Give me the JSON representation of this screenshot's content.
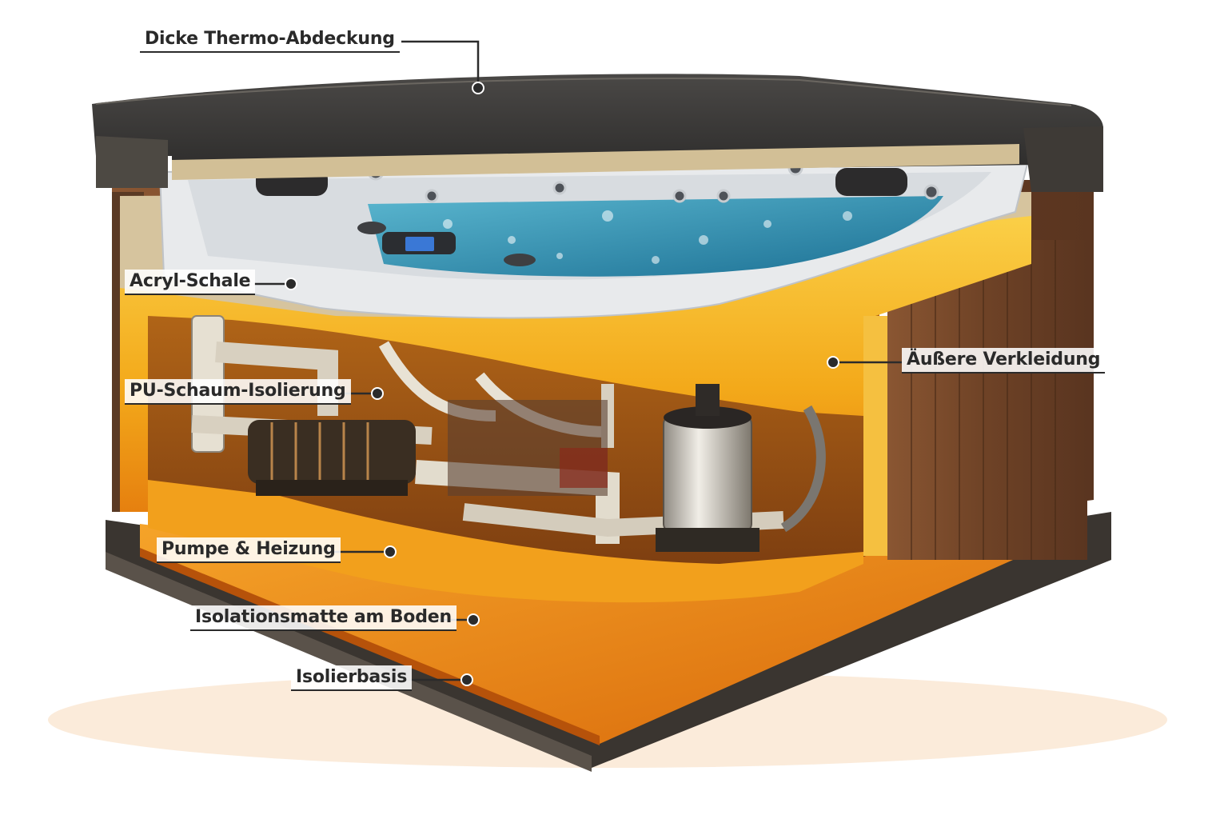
{
  "diagram": {
    "subject": "Whirlpool / Hot-Tub Querschnitt",
    "colors": {
      "cover": "#3a3838",
      "cover_edge": "#4e4a44",
      "foam_beige": "#d9c7a4",
      "acrylic_shell": "#e9ebee",
      "water": "#2a8fb0",
      "pu_foam": "#f5b61f",
      "pu_foam_dark": "#e98a10",
      "cladding_wood": "#7a4a2a",
      "base_mat": "#f08a12",
      "base_dark": "#3a3530",
      "label_line": "#2b2b2b"
    },
    "labels": [
      {
        "id": "cover",
        "text": "Dicke Thermo-Abdeckung"
      },
      {
        "id": "shell",
        "text": "Acryl-Schale"
      },
      {
        "id": "foam",
        "text": "PU-Schaum-Isolierung"
      },
      {
        "id": "cladding",
        "text": "Äußere Verkleidung"
      },
      {
        "id": "pump",
        "text": "Pumpe & Heizung"
      },
      {
        "id": "mat",
        "text": "Isolationsmatte am Boden"
      },
      {
        "id": "base",
        "text": "Isolierbasis"
      }
    ]
  }
}
